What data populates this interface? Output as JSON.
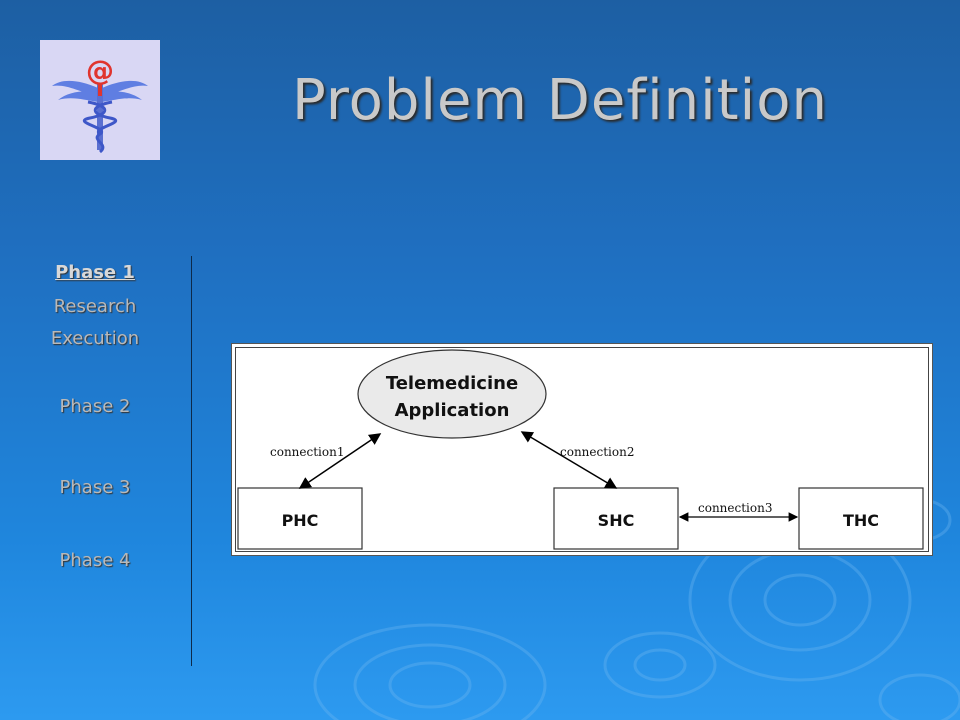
{
  "slide": {
    "title": "Problem Definition"
  },
  "nav": {
    "items": [
      {
        "label": "Phase 1",
        "active": true
      },
      {
        "label": "Research"
      },
      {
        "label": "Execution"
      },
      {
        "label": "Phase 2"
      },
      {
        "label": "Phase 3"
      },
      {
        "label": "Phase 4"
      }
    ]
  },
  "logo": {
    "symbol": "@",
    "icon": "caduceus-icon"
  },
  "diagram": {
    "center_line1": "Telemedicine",
    "center_line2": "Application",
    "boxes": [
      "PHC",
      "SHC",
      "THC"
    ],
    "connections": [
      "connection1",
      "connection2",
      "connection3"
    ]
  }
}
